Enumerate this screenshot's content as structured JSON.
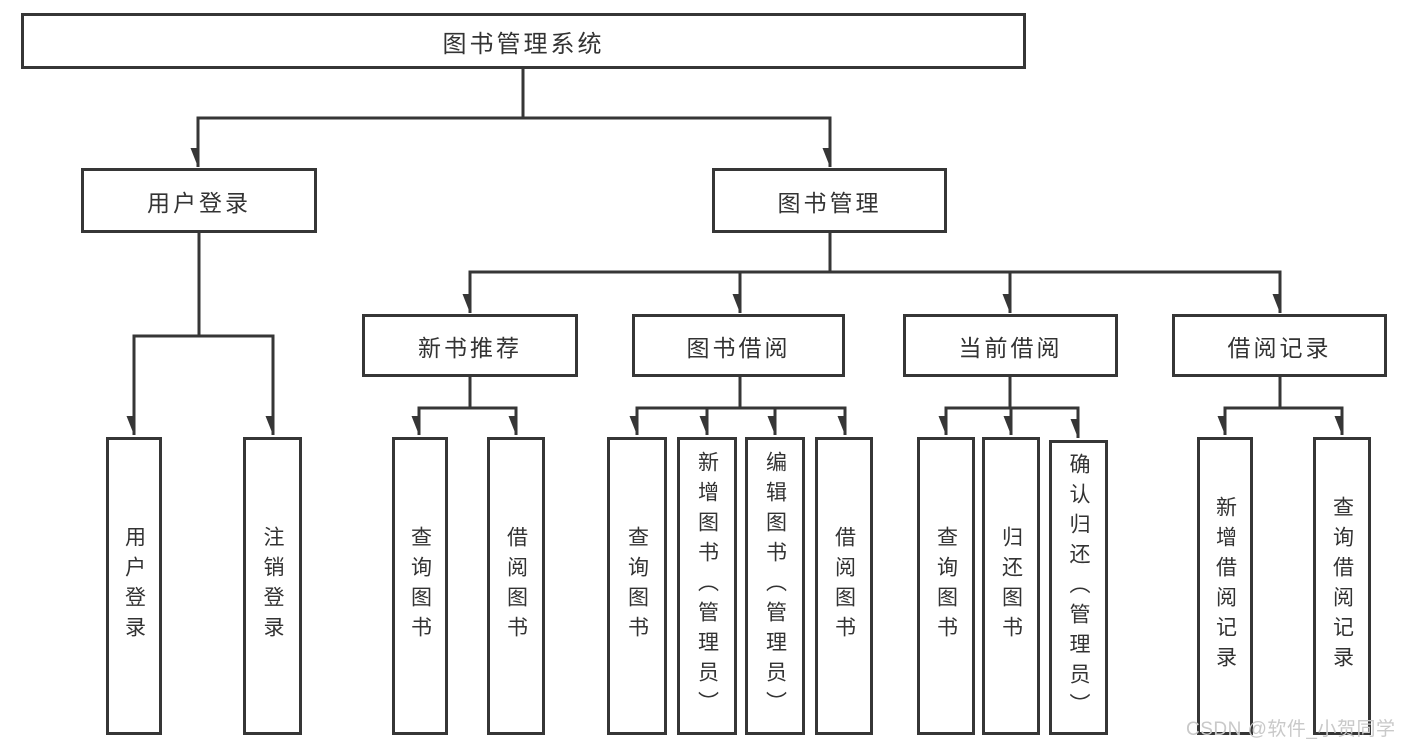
{
  "diagram": {
    "type": "hierarchy-tree",
    "watermark": "CSDN @软件_小贺同学",
    "colors": {
      "background": "#ffffff",
      "line": "#363636",
      "box_border": "#363636",
      "text": "#333333",
      "watermark_text": "#c9c9c9"
    },
    "nodes": {
      "root": {
        "label": "图书管理系统"
      },
      "user_login": {
        "label": "用户登录"
      },
      "book_management": {
        "label": "图书管理"
      },
      "new_book_recommend": {
        "label": "新书推荐"
      },
      "book_borrowing": {
        "label": "图书借阅"
      },
      "current_borrowing": {
        "label": "当前借阅"
      },
      "borrowing_records": {
        "label": "借阅记录"
      },
      "leaf_user_login": {
        "label": "用户登录"
      },
      "leaf_logout": {
        "label": "注销登录"
      },
      "leaf_query_books_1": {
        "label": "查询图书"
      },
      "leaf_borrow_books_1": {
        "label": "借阅图书"
      },
      "leaf_query_books_2": {
        "label": "查询图书"
      },
      "leaf_add_books": {
        "label": "新增图书（管理员）"
      },
      "leaf_edit_books": {
        "label": "编辑图书（管理员）"
      },
      "leaf_borrow_books_2": {
        "label": "借阅图书"
      },
      "leaf_query_books_3": {
        "label": "查询图书"
      },
      "leaf_return_books": {
        "label": "归还图书"
      },
      "leaf_confirm_return": {
        "label": "确认归还（管理员）"
      },
      "leaf_add_borrow_record": {
        "label": "新增借阅记录"
      },
      "leaf_query_borrow_record": {
        "label": "查询借阅记录"
      }
    },
    "edges": [
      {
        "from": "图书管理系统",
        "to": "用户登录"
      },
      {
        "from": "图书管理系统",
        "to": "图书管理"
      },
      {
        "from": "用户登录",
        "to": "用户登录"
      },
      {
        "from": "用户登录",
        "to": "注销登录"
      },
      {
        "from": "图书管理",
        "to": "新书推荐"
      },
      {
        "from": "图书管理",
        "to": "图书借阅"
      },
      {
        "from": "图书管理",
        "to": "当前借阅"
      },
      {
        "from": "图书管理",
        "to": "借阅记录"
      },
      {
        "from": "新书推荐",
        "to": "查询图书"
      },
      {
        "from": "新书推荐",
        "to": "借阅图书"
      },
      {
        "from": "图书借阅",
        "to": "查询图书"
      },
      {
        "from": "图书借阅",
        "to": "新增图书（管理员）"
      },
      {
        "from": "图书借阅",
        "to": "编辑图书（管理员）"
      },
      {
        "from": "图书借阅",
        "to": "借阅图书"
      },
      {
        "from": "当前借阅",
        "to": "查询图书"
      },
      {
        "from": "当前借阅",
        "to": "归还图书"
      },
      {
        "from": "当前借阅",
        "to": "确认归还（管理员）"
      },
      {
        "from": "借阅记录",
        "to": "新增借阅记录"
      },
      {
        "from": "借阅记录",
        "to": "查询借阅记录"
      }
    ]
  }
}
